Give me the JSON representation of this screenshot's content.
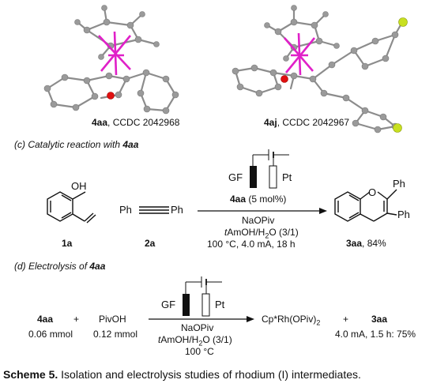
{
  "crystal_left": {
    "compound": "4aa",
    "ccdc": ", CCDC 2042968"
  },
  "crystal_right": {
    "compound": "4aj",
    "ccdc": ", CCDC 2042967"
  },
  "section_c": {
    "prefix": "(c) Catalytic reaction with ",
    "compound": "4aa"
  },
  "reaction_c": {
    "electrode_left": "GF",
    "electrode_right": "Pt",
    "catalyst_compound": "4aa",
    "catalyst_loading": " (5 mol%)",
    "base": "NaOPiv",
    "solvent_prefix": "t",
    "solvent_main": "AmOH/H",
    "solvent_sub": "2",
    "solvent_suffix": "O (3/1)",
    "conditions": "100 °C,  4.0 mA, 18 h",
    "sm1_label": "1a",
    "sm2_label": "2a",
    "product_label": "3aa",
    "product_yield": ", 84%",
    "atom_oh": "OH",
    "atom_o": "O",
    "ph": "Ph"
  },
  "section_d": {
    "prefix": "(d) Electrolysis of ",
    "compound": "4aa"
  },
  "reaction_d": {
    "reagent1": "4aa",
    "plus1": "+",
    "reagent2": "PivOH",
    "amount1": "0.06 mmol",
    "amount2": "0.12 mmol",
    "electrode_left": "GF",
    "electrode_right": "Pt",
    "base": "NaOPiv",
    "solvent_prefix": "t",
    "solvent_main": "AmOH/H",
    "solvent_sub": "2",
    "solvent_suffix": "O (3/1)",
    "temperature": "100 °C",
    "product1_main": "Cp*Rh(OPiv)",
    "product1_sub": "2",
    "plus2": "+",
    "product2": "3aa",
    "result": "4.0 mA, 1.5 h: 75%"
  },
  "caption": {
    "label": "Scheme 5.",
    "text": " Isolation and electrolysis studies of rhodium (I) intermediates."
  },
  "colors": {
    "rhodium": "#e020c8",
    "oxygen": "#e01010",
    "fluorine": "#c8e020",
    "carbon": "#9a9a9a"
  }
}
